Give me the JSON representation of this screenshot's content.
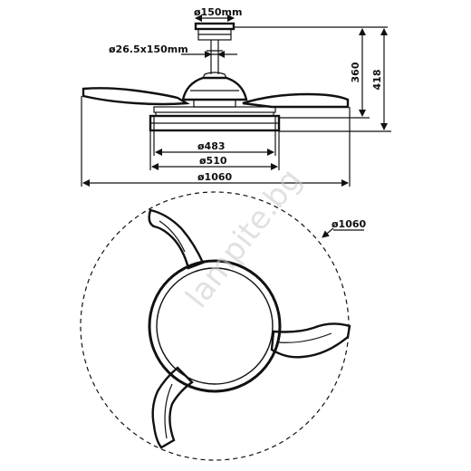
{
  "dimensions": {
    "canopy_diameter": "ø150mm",
    "downrod": "ø26.5x150mm",
    "height_short": "360",
    "height_total": "418",
    "light_inner": "ø483",
    "light_outer": "ø510",
    "sweep_front": "ø1060",
    "sweep_plan": "ø1060"
  },
  "watermark": "lampite.bg",
  "colors": {
    "line": "#111111",
    "watermark": "#c8c8c8"
  }
}
